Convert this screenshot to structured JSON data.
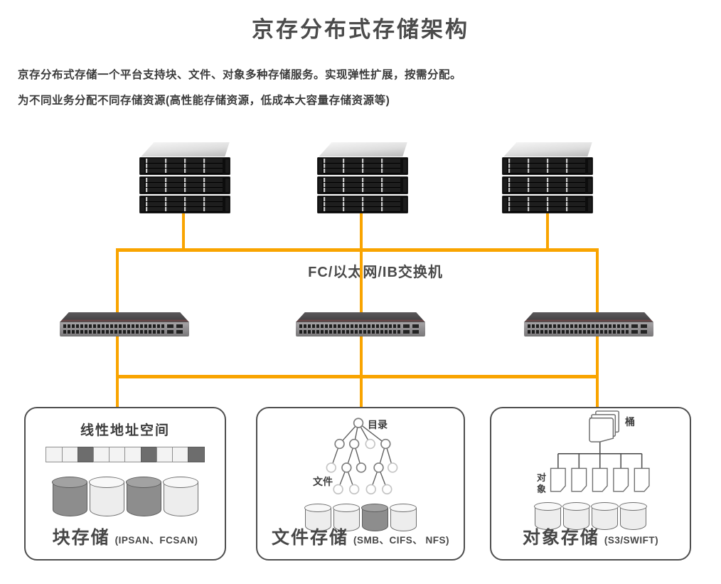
{
  "page": {
    "title": "京存分布式存储架构"
  },
  "description": {
    "line1": "京存分布式存储一个平台支持块、文件、对象多种存储服务。实现弹性扩展，按需分配。",
    "line2": "为不同业务分配不同存储资源(高性能存储资源，低成本大容量存储资源等)"
  },
  "network": {
    "switch_label": "FC/以太网/IB交换机",
    "line_color": "#F9A400",
    "server_count": 3,
    "switch_count": 3
  },
  "storage_boxes": [
    {
      "title": "块存储",
      "protocols": "(IPSAN、FCSAN)",
      "illustration": {
        "label": "线性地址空间",
        "strip_pattern": [
          "light",
          "light",
          "dark",
          "light",
          "light",
          "light",
          "dark",
          "light",
          "light",
          "dark"
        ],
        "cylinder_pattern": [
          "dark",
          "light",
          "dark",
          "light"
        ]
      }
    },
    {
      "title": "文件存储",
      "protocols": "(SMB、CIFS、 NFS)",
      "illustration": {
        "tree_root_label": "目录",
        "tree_leaf_label": "文件",
        "cylinder_pattern": [
          "light",
          "light",
          "dark",
          "light"
        ]
      }
    },
    {
      "title": "对象存储",
      "protocols": "(S3/SWIFT)",
      "illustration": {
        "bucket_label": "桶",
        "object_label": "对象",
        "cylinder_pattern": [
          "light",
          "light",
          "light",
          "light"
        ]
      }
    }
  ]
}
